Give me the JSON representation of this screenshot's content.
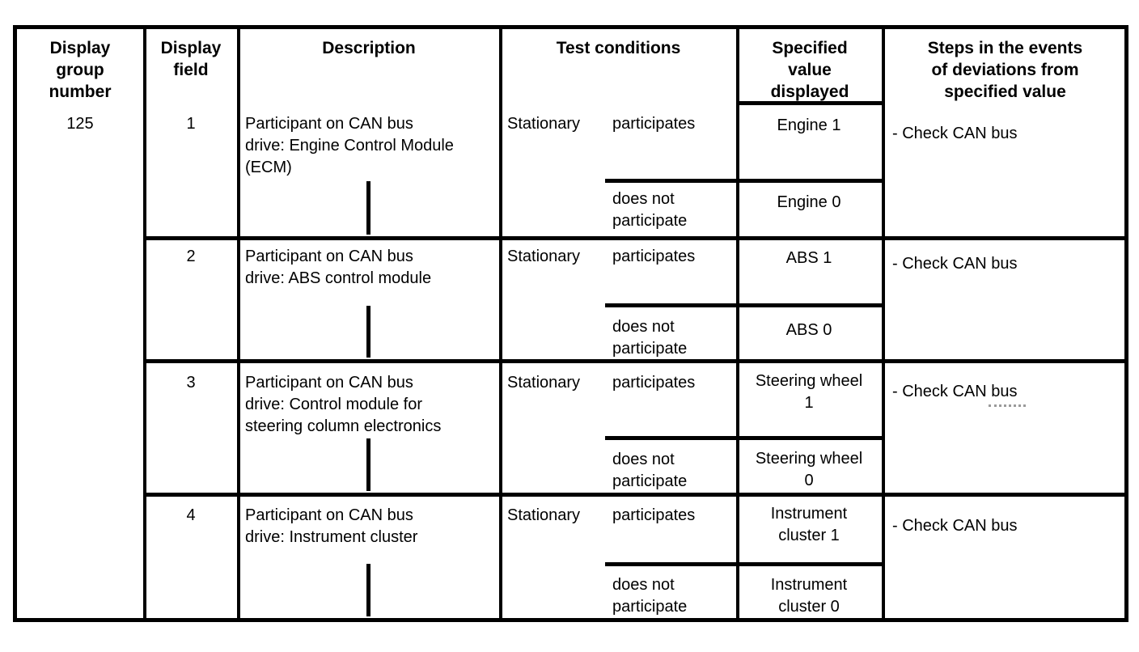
{
  "table": {
    "headers": {
      "display_group_number": "Display\ngroup\nnumber",
      "display_field": "Display\nfield",
      "description": "Description",
      "test_conditions": "Test conditions",
      "specified_value": "Specified\nvalue\ndisplayed",
      "steps": "Steps in the events\nof deviations from\nspecified value"
    },
    "display_group_number": "125",
    "rows": [
      {
        "field": "1",
        "description": "Participant on CAN bus\ndrive: Engine Control Module\n(ECM)",
        "test_condition": "Stationary",
        "condition_positive": "participates",
        "condition_negative": "does not\nparticipate",
        "value_positive": "Engine 1",
        "value_negative": "Engine 0",
        "steps": "- Check CAN bus"
      },
      {
        "field": "2",
        "description": "Participant on CAN bus\ndrive: ABS control module",
        "test_condition": "Stationary",
        "condition_positive": "participates",
        "condition_negative": "does not\nparticipate",
        "value_positive": "ABS 1",
        "value_negative": "ABS 0",
        "steps": "- Check CAN bus"
      },
      {
        "field": "3",
        "description": "Participant on CAN bus\ndrive: Control module for\nsteering column electronics",
        "test_condition": "Stationary",
        "condition_positive": "participates",
        "condition_negative": "does not\nparticipate",
        "value_positive": "Steering wheel\n1",
        "value_negative": "Steering wheel\n0",
        "steps": "- Check CAN bus"
      },
      {
        "field": "4",
        "description": "Participant on CAN bus\ndrive: Instrument cluster",
        "test_condition": "Stationary",
        "condition_positive": "participates",
        "condition_negative": "does not\nparticipate",
        "value_positive": "Instrument\ncluster 1",
        "value_negative": "Instrument\ncluster 0",
        "steps": "- Check CAN bus"
      }
    ]
  }
}
